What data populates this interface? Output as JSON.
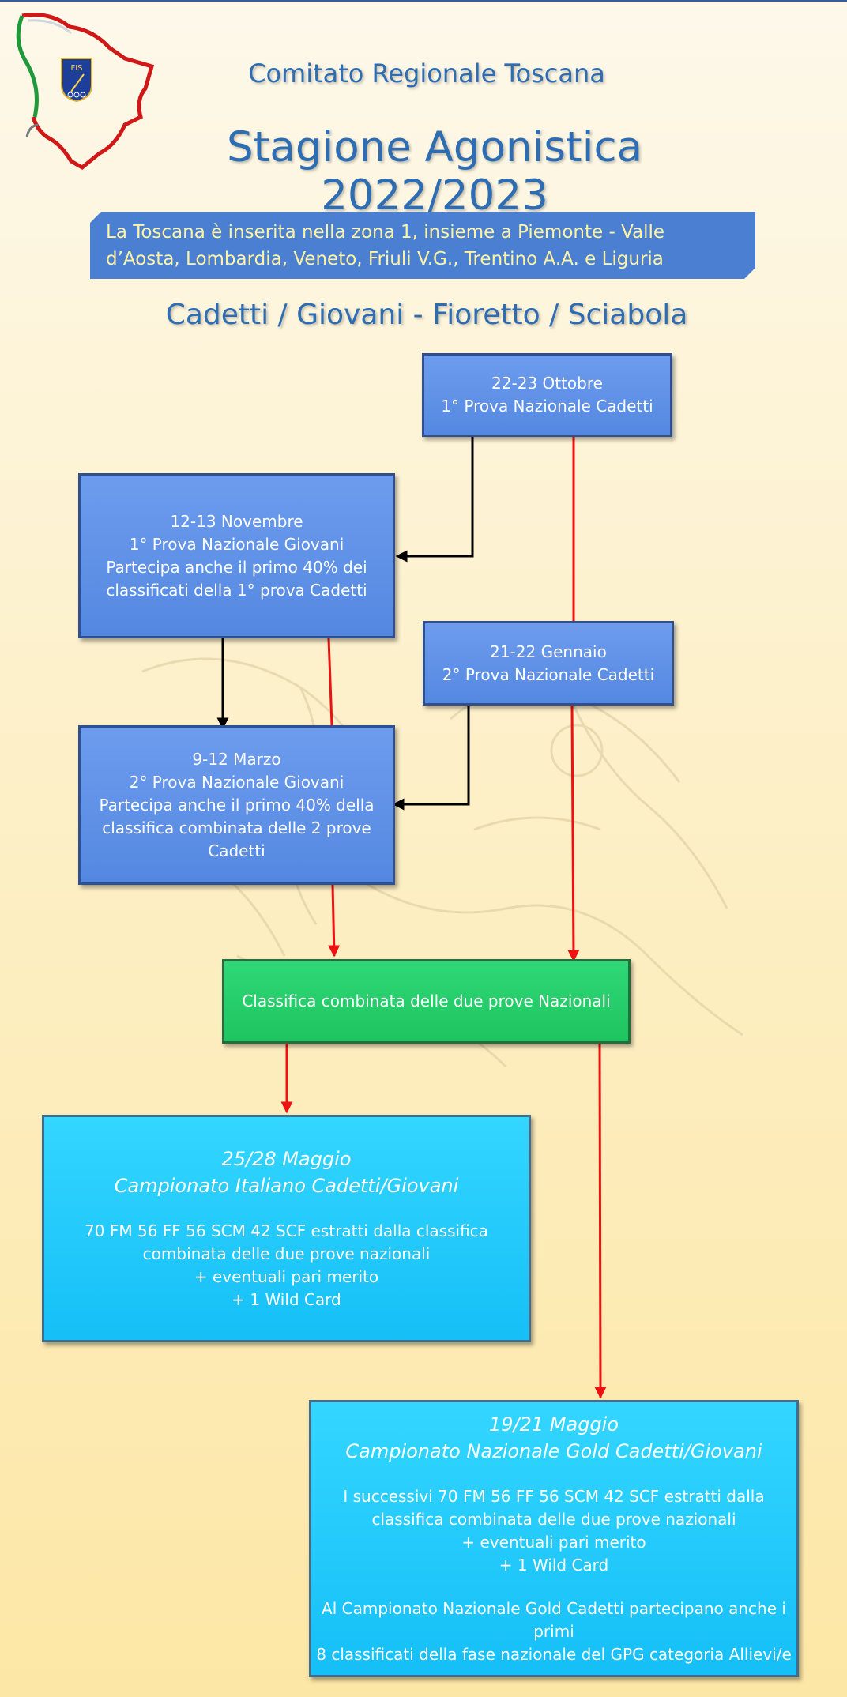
{
  "header": {
    "committee": "Comitato Regionale Toscana",
    "season": "Stagione Agonistica 2022/2023",
    "logo_text": "FIS"
  },
  "banner": {
    "line1": "La Toscana è inserita nella zona 1, insieme a Piemonte - Valle",
    "line2": "d’Aosta, Lombardia, Veneto, Friuli V.G., Trentino A.A. e Liguria"
  },
  "category": "Cadetti / Giovani  - Fioretto / Sciabola",
  "colors": {
    "box_blue": "#5b8ee6",
    "box_green": "#24cc68",
    "box_cyan": "#22c9fb",
    "arrow_red": "#ee1111",
    "arrow_black": "#000000",
    "title_blue": "#2f6db3",
    "banner_text": "#fff3a0"
  },
  "diagram": {
    "cadetti1": {
      "line1": "22-23 Ottobre",
      "line2": "1° Prova Nazionale Cadetti"
    },
    "giovani1": {
      "line1": "12-13 Novembre",
      "line2": "1° Prova Nazionale Giovani",
      "line3": "Partecipa anche il primo 40% dei",
      "line4": "classificati della 1° prova Cadetti"
    },
    "cadetti2": {
      "line1": "21-22 Gennaio",
      "line2": "2° Prova Nazionale Cadetti"
    },
    "giovani2": {
      "line1": "9-12 Marzo",
      "line2": "2° Prova Nazionale Giovani",
      "line3": "Partecipa anche il primo 40% della",
      "line4": "classifica combinata delle 2 prove",
      "line5": "Cadetti"
    },
    "combined": {
      "label": "Classifica combinata delle due prove Nazionali"
    },
    "italiano": {
      "date": "25/28 Maggio",
      "title": "Campionato Italiano Cadetti/Giovani",
      "line1": "70 FM 56 FF 56 SCM 42 SCF estratti dalla classifica",
      "line2": "combinata delle due prove nazionali",
      "line3": "+ eventuali pari merito",
      "line4": "+ 1 Wild Card"
    },
    "gold": {
      "date": "19/21 Maggio",
      "title": "Campionato Nazionale Gold Cadetti/Giovani",
      "line1": "I successivi 70 FM 56 FF 56 SCM 42 SCF estratti dalla",
      "line2": "classifica combinata delle due prove nazionali",
      "line3": "+ eventuali pari merito",
      "line4": "+ 1 Wild Card",
      "line5": "Al Campionato Nazionale Gold Cadetti partecipano anche i primi",
      "line6": "8 classificati della fase nazionale del GPG categoria Allievi/e"
    }
  }
}
